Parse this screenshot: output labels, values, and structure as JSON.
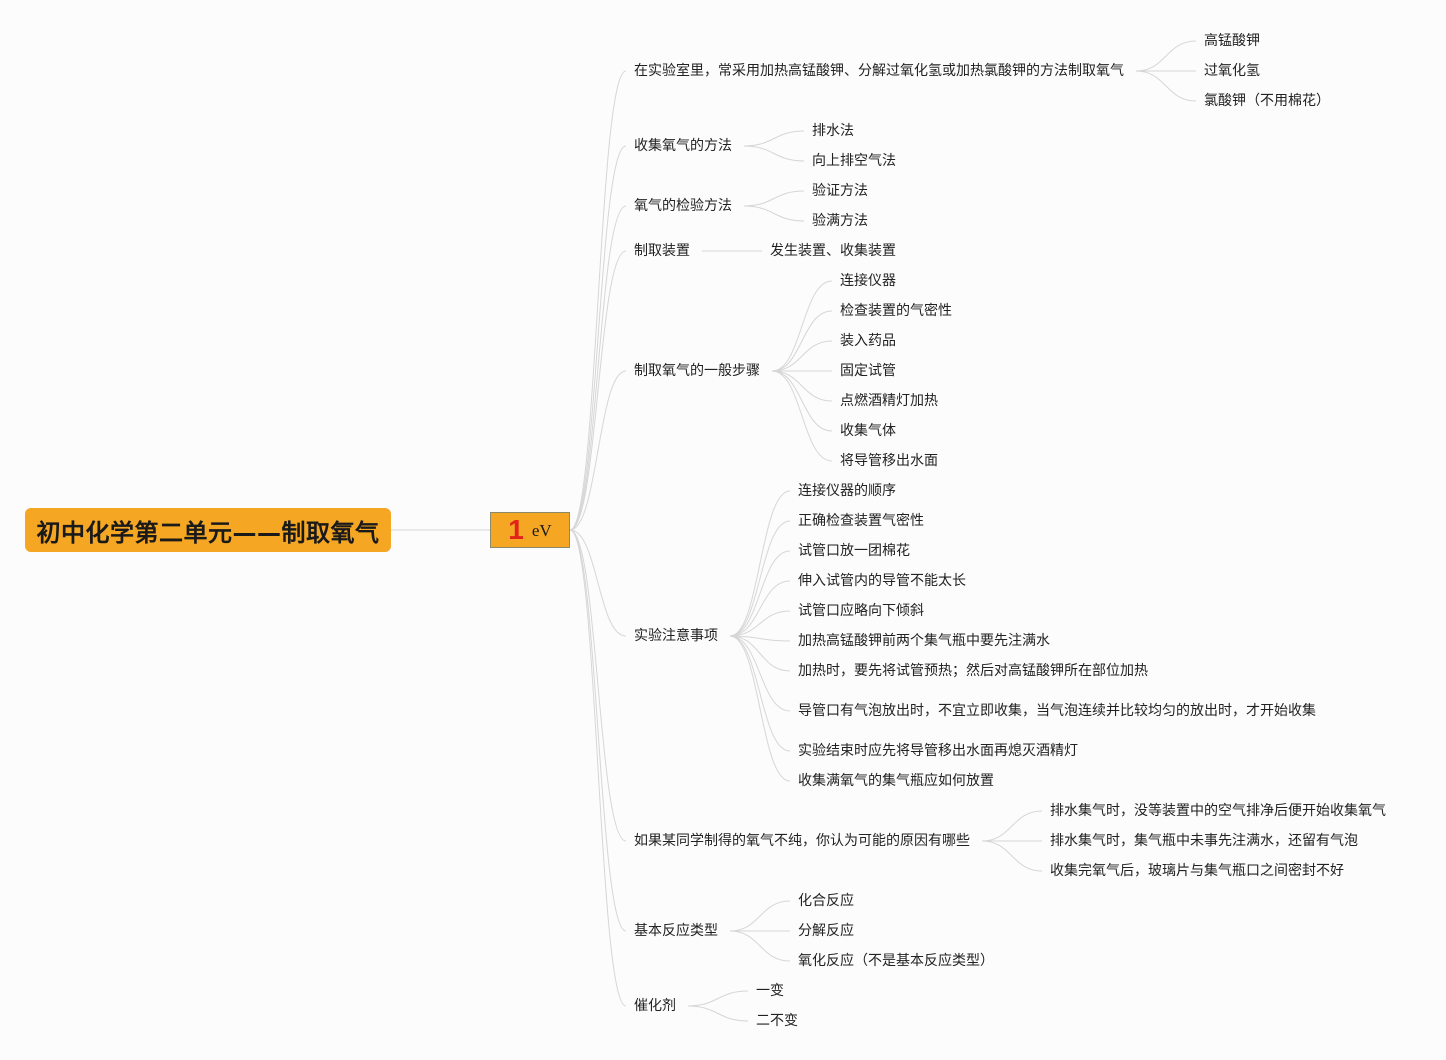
{
  "root": {
    "title": "初中化学第二单元——制取氧气"
  },
  "hub": {
    "number": "1",
    "unit": "eV"
  },
  "branches": [
    {
      "label": "在实验室里，常采用加热高锰酸钾、分解过氧化氢或加热氯酸钾的方法制取氧气",
      "children": [
        "高锰酸钾",
        "过氧化氢",
        "氯酸钾（不用棉花）"
      ]
    },
    {
      "label": "收集氧气的方法",
      "children": [
        "排水法",
        "向上排空气法"
      ]
    },
    {
      "label": "氧气的检验方法",
      "children": [
        "验证方法",
        "验满方法"
      ]
    },
    {
      "label": "制取装置",
      "children": [
        "发生装置、收集装置"
      ]
    },
    {
      "label": "制取氧气的一般步骤",
      "children": [
        "连接仪器",
        "检查装置的气密性",
        "装入药品",
        "固定试管",
        "点燃酒精灯加热",
        "收集气体",
        "将导管移出水面"
      ]
    },
    {
      "label": "实验注意事项",
      "children": [
        "连接仪器的顺序",
        "正确检查装置气密性",
        "试管口放一团棉花",
        "伸入试管内的导管不能太长",
        "试管口应略向下倾斜",
        "加热高锰酸钾前两个集气瓶中要先注满水",
        "加热时，要先将试管预热；然后对高锰酸钾所在部位加热",
        "导管口有气泡放出时，不宜立即收集，当气泡连续并比较均匀的放出时，才开始收集",
        "实验结束时应先将导管移出水面再熄灭酒精灯",
        "收集满氧气的集气瓶应如何放置"
      ]
    },
    {
      "label": "如果某同学制得的氧气不纯，你认为可能的原因有哪些",
      "children": [
        "排水集气时，没等装置中的空气排净后便开始收集氧气",
        "排水集气时，集气瓶中未事先注满水，还留有气泡",
        "收集完氧气后，玻璃片与集气瓶口之间密封不好"
      ]
    },
    {
      "label": "基本反应类型",
      "children": [
        "化合反应",
        "分解反应",
        "氧化反应（不是基本反应类型）"
      ]
    },
    {
      "label": "催化剂",
      "children": [
        "一变",
        "二不变"
      ]
    }
  ]
}
